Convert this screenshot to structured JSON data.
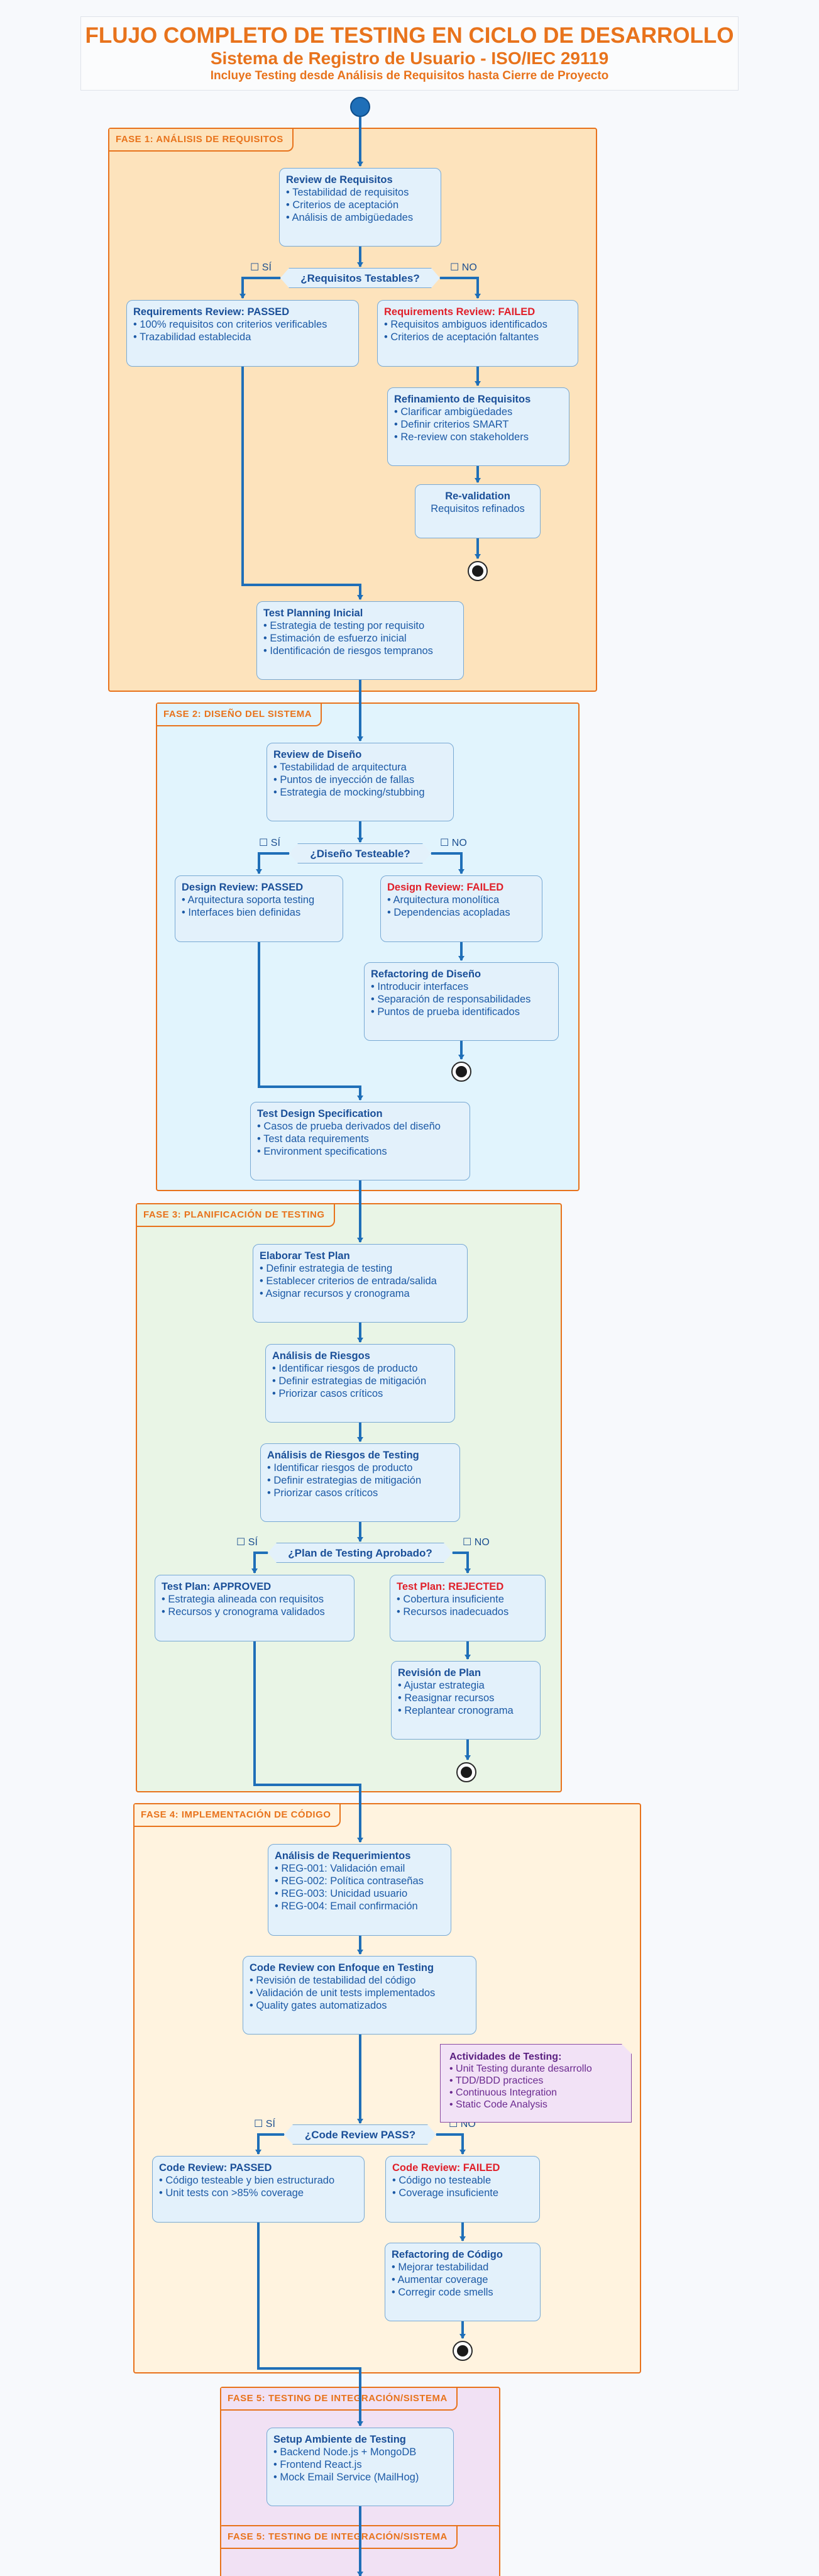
{
  "title": {
    "line1": "FLUJO COMPLETO DE TESTING EN CICLO DE DESARROLLO",
    "line2": "Sistema de Registro de Usuario - ISO/IEC 29119",
    "line3": "Incluye Testing desde Análisis de Requisitos hasta Cierre de Proyecto"
  },
  "phases": [
    {
      "label": "FASE 1: ANÁLISIS DE REQUISITOS",
      "bg": "#fde3bc"
    },
    {
      "label": "FASE 2: DISEÑO DEL SISTEMA",
      "bg": "#e1f4fd"
    },
    {
      "label": "FASE 3: PLANIFICACIÓN DE TESTING",
      "bg": "#e9f5e6"
    },
    {
      "label": "FASE 4: IMPLEMENTACIÓN DE CÓDIGO",
      "bg": "#fff3df"
    },
    {
      "label": "FASE 5: TESTING DE INTEGRACIÓN/SISTEMA",
      "bg": "#f1e1f4"
    },
    {
      "label": "FASE 5: TESTING DE INTEGRACIÓN/SISTEMA",
      "bg": "#f1e1f4"
    }
  ],
  "icon_glyph": "",
  "labels": {
    "yes": "☐ SÍ",
    "no": "☐ NO"
  },
  "nodes": [
    {
      "title": "Review de Requisitos",
      "lines": [
        "• Testabilidad de requisitos",
        "• Criterios de aceptación",
        "• Análisis de ambigüedades"
      ]
    },
    {
      "title": "Requirements Review: PASSED",
      "lines": [
        "• 100% requisitos con criterios verificables",
        "• Trazabilidad establecida"
      ]
    },
    {
      "title": "Requirements Review: FAILED",
      "fail": true,
      "lines": [
        "• Requisitos ambiguos identificados",
        "• Criterios de aceptación faltantes"
      ]
    },
    {
      "title": "Refinamiento de Requisitos",
      "lines": [
        "• Clarificar ambigüedades",
        "• Definir criterios SMART",
        "• Re-review con stakeholders"
      ]
    },
    {
      "title": "Re-validation",
      "lines": [
        "Requisitos refinados"
      ]
    },
    {
      "title": "Test Planning Inicial",
      "lines": [
        "• Estrategia de testing por requisito",
        "• Estimación de esfuerzo inicial",
        "• Identificación de riesgos tempranos"
      ]
    },
    {
      "title": "Review de Diseño",
      "lines": [
        "• Testabilidad de arquitectura",
        "• Puntos de inyección de fallas",
        "• Estrategia de mocking/stubbing"
      ]
    },
    {
      "title": "Design Review: PASSED",
      "lines": [
        "• Arquitectura soporta testing",
        "• Interfaces bien definidas"
      ]
    },
    {
      "title": "Design Review: FAILED",
      "fail": true,
      "lines": [
        "• Arquitectura monolítica",
        "• Dependencias acopladas"
      ]
    },
    {
      "title": "Refactoring de Diseño",
      "lines": [
        "• Introducir interfaces",
        "• Separación de responsabilidades",
        "• Puntos de prueba identificados"
      ]
    },
    {
      "title": "Test Design Specification",
      "lines": [
        "• Casos de prueba derivados del diseño",
        "• Test data requirements",
        "• Environment specifications"
      ]
    },
    {
      "title": "Elaborar Test Plan",
      "lines": [
        "• Definir estrategia de testing",
        "• Establecer criterios de entrada/salida",
        "• Asignar recursos y cronograma"
      ]
    },
    {
      "title": "Análisis de Riesgos",
      "lines": [
        "• Identificar riesgos de producto",
        "• Definir estrategias de mitigación",
        "• Priorizar casos críticos"
      ]
    },
    {
      "title": "Análisis de Riesgos de Testing",
      "lines": [
        "• Identificar riesgos de producto",
        "• Definir estrategias de mitigación",
        "• Priorizar casos críticos"
      ]
    },
    {
      "title": "Test Plan: APPROVED",
      "lines": [
        "• Estrategia alineada con requisitos",
        "• Recursos y cronograma validados"
      ]
    },
    {
      "title": "Test Plan: REJECTED",
      "fail": true,
      "lines": [
        "• Cobertura insuficiente",
        "• Recursos inadecuados"
      ]
    },
    {
      "title": "Revisión de Plan",
      "lines": [
        "• Ajustar estrategia",
        "• Reasignar recursos",
        "• Replantear cronograma"
      ]
    },
    {
      "title": "Análisis de Requerimientos",
      "lines": [
        "• REG-001: Validación email",
        "• REG-002: Política contraseñas",
        "• REG-003: Unicidad usuario",
        "• REG-004: Email confirmación"
      ]
    },
    {
      "title": "Code Review con Enfoque en Testing",
      "lines": [
        "• Revisión de testabilidad del código",
        "• Validación de unit tests implementados",
        "• Quality gates automatizados"
      ]
    },
    {
      "title": "Code Review: PASSED",
      "lines": [
        "• Código testeable y bien estructurado",
        "• Unit tests con >85% coverage"
      ]
    },
    {
      "title": "Code Review: FAILED",
      "fail": true,
      "lines": [
        "• Código no testeable",
        "• Coverage insuficiente"
      ]
    },
    {
      "title": "Refactoring de Código",
      "lines": [
        "• Mejorar testabilidad",
        "• Aumentar coverage",
        "• Corregir code smells"
      ]
    },
    {
      "title": "Setup Ambiente de Testing",
      "lines": [
        "• Backend Node.js + MongoDB",
        "• Frontend React.js",
        "• Mock Email Service (MailHog)"
      ]
    }
  ],
  "decisions": [
    {
      "text": "¿Requisitos Testables?"
    },
    {
      "text": "¿Diseño Testeable?"
    },
    {
      "text": "¿Plan de Testing Aprobado?"
    },
    {
      "text": "¿Code Review PASS?"
    }
  ],
  "note": {
    "title": "Actividades de Testing:",
    "lines": [
      "• Unit Testing durante desarrollo",
      "• TDD/BDD practices",
      "• Continuous Integration",
      "• Static Code Analysis"
    ]
  },
  "colors": {
    "accent": "#e8731c",
    "arrow": "#1f6fb8",
    "node_bg": "#e3f1fb",
    "fail": "#e0202a"
  }
}
